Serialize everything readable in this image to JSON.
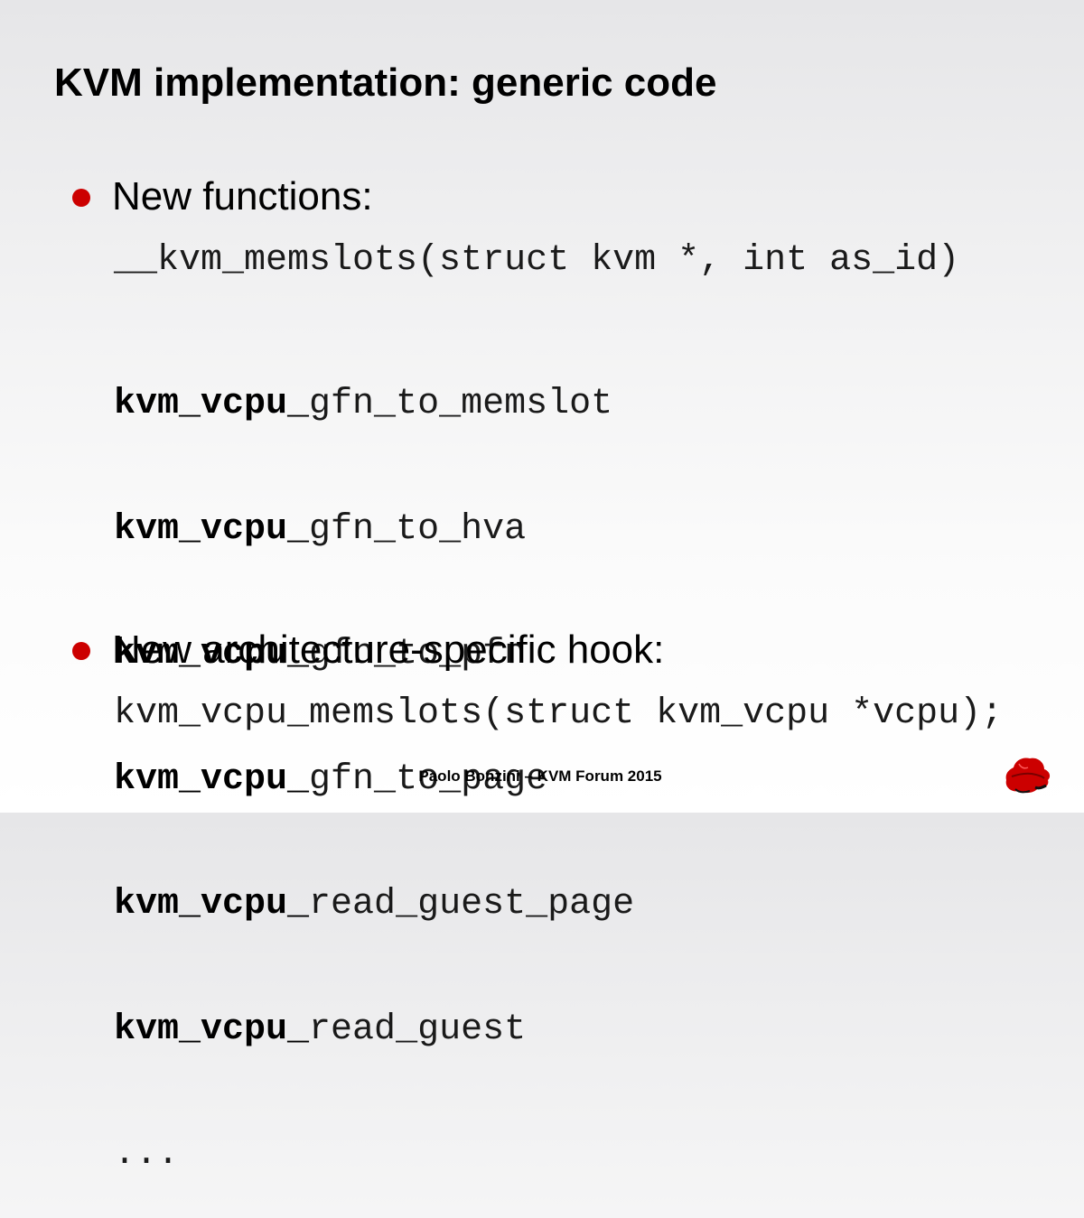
{
  "slide": {
    "title": "KVM implementation: generic code",
    "bullets": [
      {
        "label": "New functions:",
        "code_single": "__kvm_memslots(struct kvm *, int as_id)",
        "code_lines": [
          {
            "prefix": "kvm_vcpu_",
            "rest": "gfn_to_memslot"
          },
          {
            "prefix": "kvm_vcpu_",
            "rest": "gfn_to_hva"
          },
          {
            "prefix": "kvm_vcpu_",
            "rest": "gfn_to_pfn"
          },
          {
            "prefix": "kvm_vcpu_",
            "rest": "gfn_to_page"
          },
          {
            "prefix": "kvm_vcpu_",
            "rest": "read_guest_page"
          },
          {
            "prefix": "kvm_vcpu_",
            "rest": "read_guest"
          },
          {
            "prefix": "",
            "rest": "..."
          }
        ]
      },
      {
        "label": "New architecture-specific hook:",
        "code_single": "kvm_vcpu_memslots(struct kvm_vcpu *vcpu);"
      }
    ],
    "footer": "Paolo Bonzini – KVM Forum 2015"
  },
  "colors": {
    "bullet": "#cc0000",
    "logo": "#cc0000"
  },
  "icons": {
    "logo": "red-hat-logo-icon"
  }
}
